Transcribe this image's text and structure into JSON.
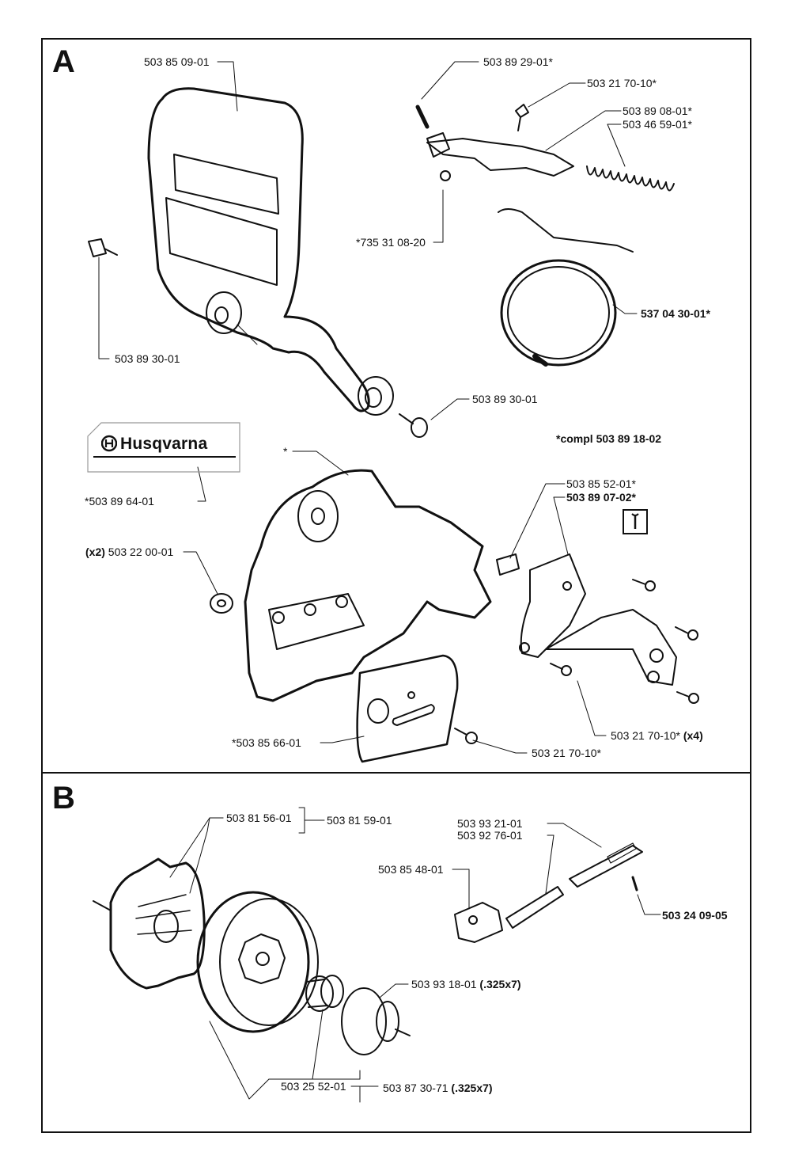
{
  "sections": {
    "a": "A",
    "b": "B"
  },
  "brand": {
    "name": "Husqvarna",
    "logo_icon": "husqvarna-crown-icon"
  },
  "icons": {
    "tool": "wrench-icon"
  },
  "a": {
    "l1": "503 85 09-01",
    "l2": "503 89 29-01*",
    "l3": "503 21 70-10*",
    "l4": "503 89 08-01*",
    "l5": "503 46 59-01*",
    "l6": "*735 31 08-20",
    "l7": "537 04 30-01*",
    "l8": "503 89 30-01",
    "l9": "503 89 30-01",
    "compl": "*compl 503 89 18-02",
    "l10": "*503 89 64-01",
    "l11": "*",
    "l12": "503 85 52-01*",
    "l13": "503 89 07-02*",
    "l14_prefix": "(x2)",
    "l14": "503 22 00-01",
    "l15": "503 21 70-10*",
    "l15_suffix": "(x4)",
    "l16": "*503 85 66-01",
    "l17": "503 21 70-10*"
  },
  "b": {
    "l1": "503 81 56-01",
    "l2": "503 81 59-01",
    "l3": "503 93 21-01",
    "l4": "503 92 76-01",
    "l5": "503 85 48-01",
    "l6": "503 24 09-05",
    "l7": "503 93 18-01",
    "l7_suffix": "(.325x7)",
    "l8": "503 25 52-01",
    "l9": "503 87 30-71",
    "l9_suffix": "(.325x7)"
  }
}
